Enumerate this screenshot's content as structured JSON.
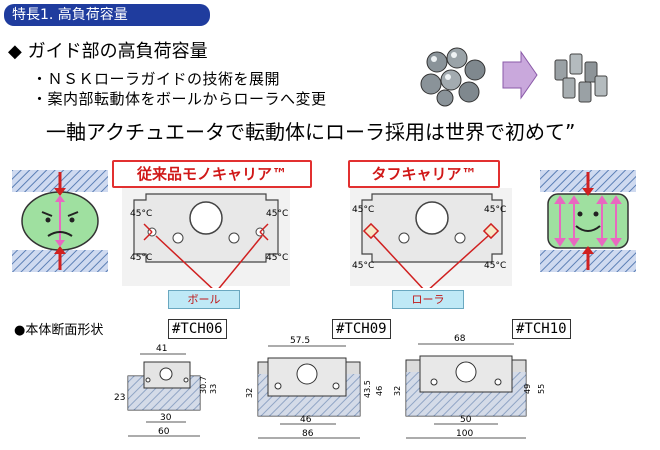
{
  "badge": "特長1. 高負荷容量",
  "heading": "◆ ガイド部の高負荷容量",
  "bullets": [
    "・ＮＳＫローラガイドの技術を展開",
    "・案内部転動体をボールからローラへ変更"
  ],
  "statement": "一軸アクチュエータで転動体にローラ採用は世界で初めて”",
  "carriers": {
    "conventional": "従来品モノキャリア™",
    "tough": "タフキャリア™"
  },
  "angle_label": "45°C",
  "callouts": {
    "ball": "ボール",
    "roller": "ローラ"
  },
  "section_label": "●本体断面形状",
  "models": [
    {
      "name": "#TCH06",
      "dims": {
        "top": "41",
        "inner": "30",
        "width": "60",
        "height": "23",
        "right1": "30.7",
        "right2": "33"
      }
    },
    {
      "name": "#TCH09",
      "dims": {
        "top": "57.5",
        "inner": "46",
        "width": "86",
        "left": "32",
        "right1": "43.5",
        "right2": "46"
      }
    },
    {
      "name": "#TCH10",
      "dims": {
        "top": "68",
        "inner": "50",
        "width": "100",
        "left": "32",
        "right1": "49",
        "right2": "55"
      }
    }
  ],
  "colors": {
    "badge": "#1f3c9e",
    "accent_red": "#e23030",
    "callout_bg": "#bfe9f6",
    "hatch": "#5b7fb5",
    "face_green": "#9fe0a0",
    "arrow_magenta": "#e868c0"
  }
}
